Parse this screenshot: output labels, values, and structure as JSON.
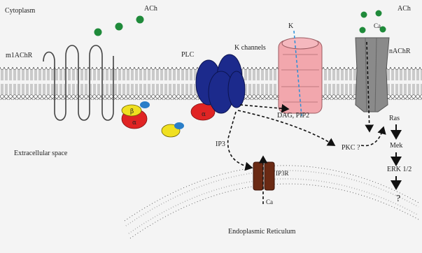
{
  "labels": {
    "cytoplasm": "Cytoplasm",
    "ach_left": "ACh",
    "ach_right": "ACh",
    "m1achr": "m1AChR",
    "plc": "PLC",
    "k_channels": "K channels",
    "k": "K",
    "ca_top": "Ca",
    "nachr": "nAChR",
    "dag_pip2": "DAG, PIP2",
    "ras": "Ras",
    "mek": "Mek",
    "erk": "ERK 1/2",
    "question": "?",
    "pkc": "PKC ?",
    "ip3": "IP3",
    "ip3r": "IP3R",
    "ca_bottom": "Ca",
    "extracellular": "Extracellular space",
    "er": "Endoplasmic Reticulum"
  },
  "g_protein_letters": {
    "left_beta": "β",
    "left_alpha": "α",
    "right_alpha": "α"
  },
  "colors": {
    "background": "#f4f4f4",
    "ach": "#1f8a3a",
    "plc": "#1c2a8c",
    "k_channel": "#f2a7ad",
    "k_ion_path": "#2a8fd8",
    "nachr": "#8a8a8a",
    "ip3r": "#6b2a14",
    "g_alpha": "#e02424",
    "g_beta": "#f0e020",
    "g_gamma": "#2a7ec8"
  }
}
